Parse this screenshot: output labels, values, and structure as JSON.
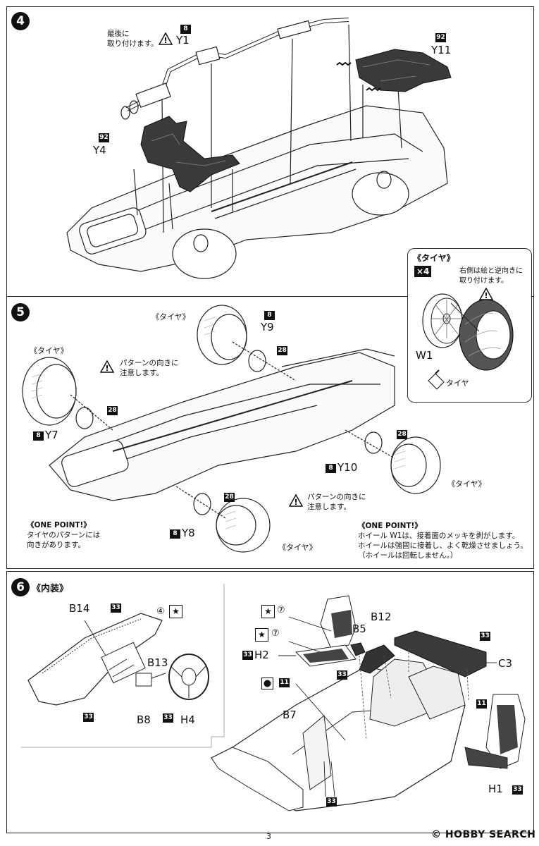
{
  "step4": {
    "num": "4",
    "note": [
      "最後に",
      "取り付けます。"
    ],
    "y1_badge": "8",
    "y1_label": "Y1",
    "y11_badge": "92",
    "y11_label": "Y11",
    "y4_badge": "92",
    "y4_label": "Y4"
  },
  "tire_panel": {
    "title": "《タイヤ》",
    "count": "×4",
    "note": [
      "右側は絵と逆向きに",
      "取り付けます。"
    ],
    "w1_label": "W1",
    "tire_label": "タイヤ"
  },
  "step5": {
    "num": "5",
    "tire_label": "《タイヤ》",
    "y9_badge": "8",
    "y9_label": "Y9",
    "y7_badge": "8",
    "y7_label": "Y7",
    "y10_badge": "8",
    "y10_label": "Y10",
    "y8_badge": "8",
    "y8_label": "Y8",
    "part28": "28",
    "pattern_note": [
      "パターンの向きに",
      "注意します。"
    ],
    "one_point_left": {
      "title": "《ONE POINT!》",
      "lines": [
        "タイヤのパターンには",
        "向きがあります。"
      ]
    },
    "one_point_right": {
      "title": "《ONE POINT!》",
      "lines": [
        "ホイール W1は、接着面のメッキを剥がします。",
        "ホイールは強固に接着し、よく乾燥させましょう。",
        "（ホイールは回転しません。）"
      ]
    }
  },
  "step6": {
    "num": "6",
    "title": "《内装》",
    "b14": "B14",
    "b13": "B13",
    "b8": "B8",
    "h4": "H4",
    "b5": "B5",
    "b12": "B12",
    "c3": "C3",
    "h2": "H2",
    "b7": "B7",
    "h1": "H1",
    "p33": "33",
    "p11": "11",
    "p4": "④",
    "p7": "⑦"
  },
  "footer": {
    "page": "3",
    "watermark": "© HOBBY SEARCH"
  }
}
